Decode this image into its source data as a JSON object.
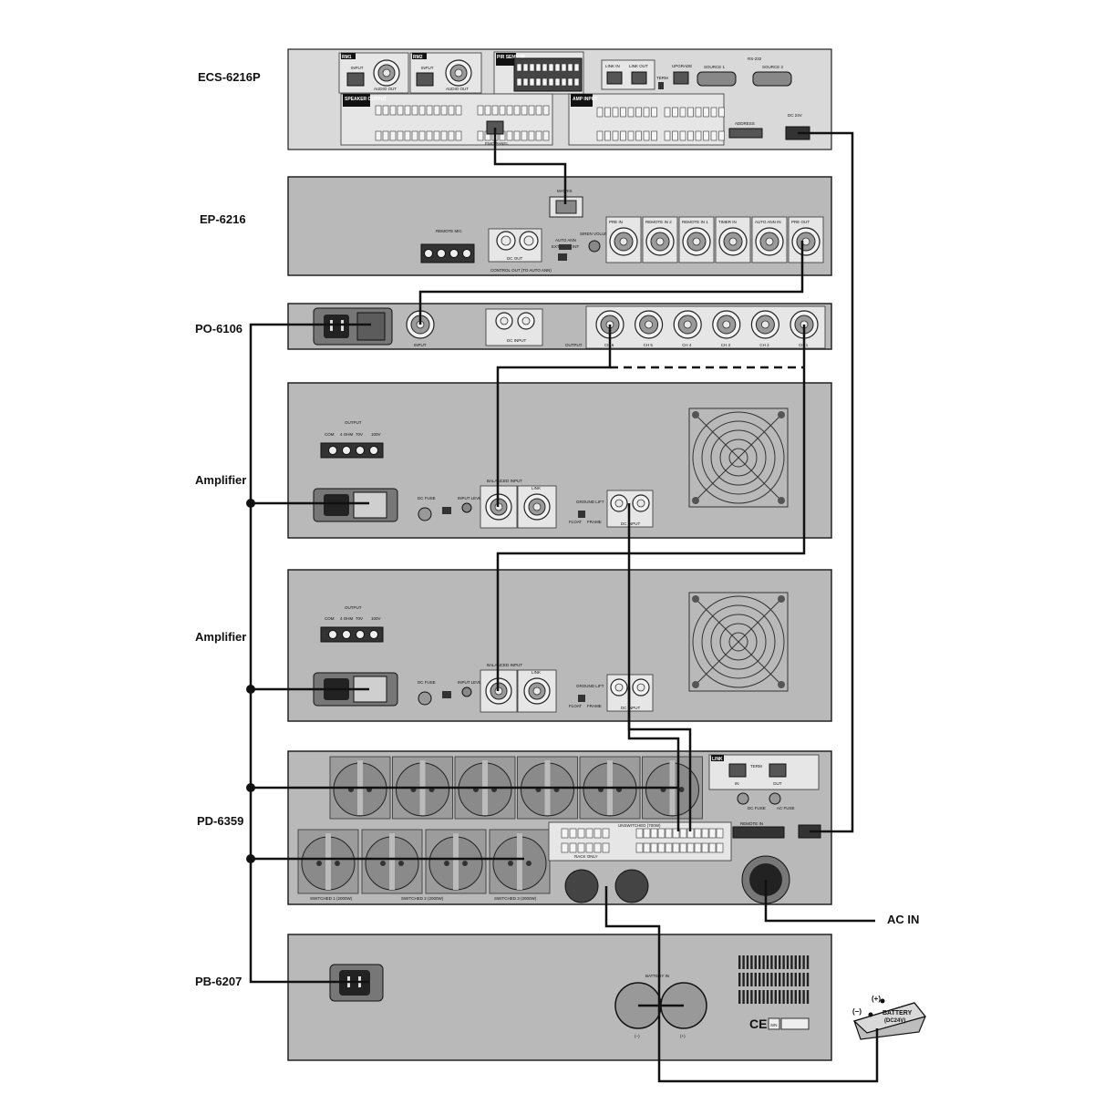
{
  "devices": {
    "ecs": {
      "label": "ECS-6216P"
    },
    "ep": {
      "label": "EP-6216"
    },
    "po": {
      "label": "PO-6106"
    },
    "amp1": {
      "label": "Amplifier"
    },
    "amp2": {
      "label": "Amplifier"
    },
    "pd": {
      "label": "PD-6359"
    },
    "pb": {
      "label": "PB-6207"
    }
  },
  "ecs_panel": {
    "rm1": "RM1",
    "rm2": "RM2",
    "input": "INPUT",
    "audio_out": "AUDIO OUT",
    "pir_sensor": "PIR SENSOR",
    "link_in": "LINK IN",
    "link_out": "LINK OUT",
    "upgrade": "UPGRADE",
    "rs232": "RS-232",
    "source1": "SOURCE 1",
    "source2": "SOURCE 2",
    "term": "TERM",
    "speaker_output": "SPEAKER OUTPUT",
    "amp_input": "AMP INPUT",
    "address": "ADDRESS",
    "dc24v": "DC 24V",
    "emg_panel": "EMG PANEL"
  },
  "ep_panel": {
    "matrix": "MATRIX",
    "remote_mic": "REMOTE MIC",
    "auto_ann": "AUTO ANN",
    "ext": "EXT",
    "int": "INT",
    "siren_volume": "SIREN VOLUME",
    "dc_out": "DC OUT",
    "control_out": "CONTROL OUT (TO AUTO ANN)",
    "jacks": [
      "PRE IN",
      "REMOTE IN 2",
      "REMOTE IN 1",
      "TIMER IN",
      "AUTO ANN IN",
      "PRE OUT"
    ]
  },
  "po_panel": {
    "input": "INPUT",
    "dc_input": "DC INPUT",
    "output": "OUTPUT",
    "channels": [
      "CH 6",
      "CH 5",
      "CH 4",
      "CH 3",
      "CH 2",
      "CH 1"
    ]
  },
  "amp_panel": {
    "output": "OUTPUT",
    "output_taps": [
      "COM",
      "4 OHM",
      "70V",
      "100V"
    ],
    "dc_fuse": "DC FUSE",
    "input_level": "INPUT LEVEL",
    "balanced_input": "BALANCED INPUT",
    "link": "LINK",
    "ground_lift": "GROUND LIFT",
    "dc_input": "DC INPUT",
    "float": "FLOAT",
    "frame": "FRAME"
  },
  "pd_panel": {
    "link": "LINK",
    "in": "IN",
    "out": "OUT",
    "term": "TERM",
    "unswitched": "UNSWITCHED (700W)",
    "switched_1": "SWITCHED 1 (2000W)",
    "switched_2": "SWITCHED 2 (2000W)",
    "switched_3": "SWITCHED 3 (2000W)",
    "remote_in": "REMOTE IN",
    "rack_only": "RACK ONLY",
    "dc_fuse": "DC FUSE",
    "ac_fuse": "AC FUSE"
  },
  "pb_panel": {
    "battery_in": "BATTERY IN",
    "minus": "(−)",
    "plus": "(+)",
    "ce": "CE",
    "sn": "S/N"
  },
  "battery": {
    "label": "BATTERY",
    "voltage": "(DC24V)",
    "plus": "(+)",
    "minus": "(−)"
  },
  "ac_in": "AC IN"
}
